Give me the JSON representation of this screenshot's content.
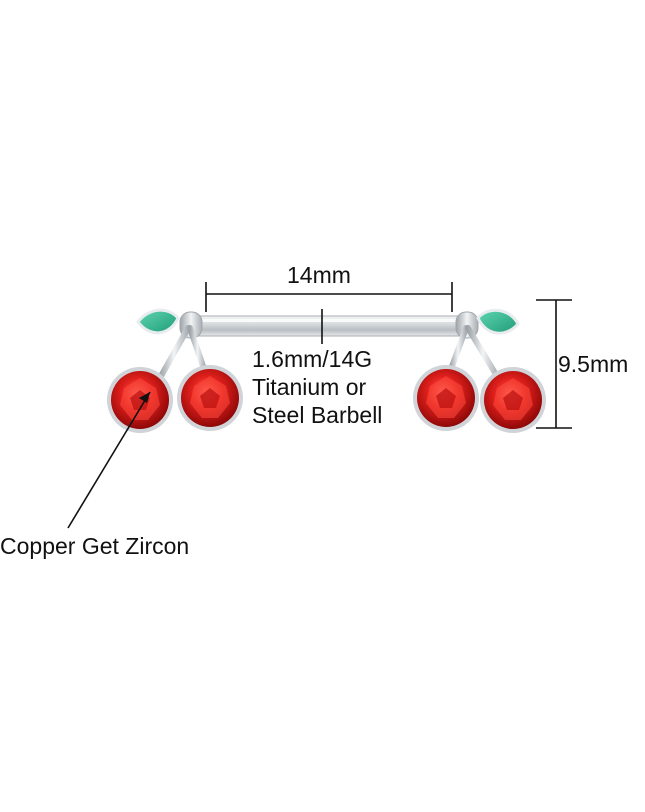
{
  "dimensions": {
    "width_label": "14mm",
    "height_label": "9.5mm"
  },
  "barbell": {
    "lines": [
      "1.6mm/14G",
      "Titanium or",
      "Steel Barbell"
    ]
  },
  "material": {
    "label": "Copper Get Zircon"
  },
  "colors": {
    "gem_red": "#e0201c",
    "gem_dark": "#a50d0d",
    "leaf_green": "#2fb890",
    "steel": "#cfd4d8",
    "line": "#111111"
  },
  "icons": [
    "cherry-gem-icon",
    "leaf-icon",
    "barbell-icon",
    "arrow-icon"
  ]
}
